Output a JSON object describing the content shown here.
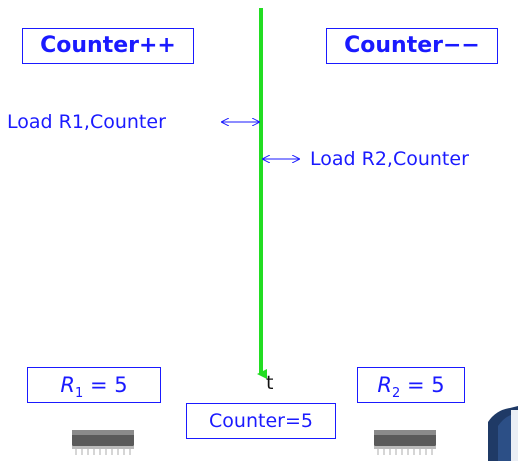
{
  "title_left": "Counter++",
  "title_right": "Counter−−",
  "op1": "Load R1,Counter",
  "op2": "Load R2,Counter",
  "time_label": "t",
  "reg1": {
    "name": "R",
    "sub": "1",
    "rest": " = 5"
  },
  "reg2": {
    "name": "R",
    "sub": "2",
    "rest": " = 5"
  },
  "counter_value": "Counter=5",
  "colors": {
    "text": "#1a1aff",
    "timeline": "#22dd22"
  },
  "icons": [
    "cpu-chip-icon",
    "cpu-chip-icon",
    "book-logo-icon"
  ]
}
